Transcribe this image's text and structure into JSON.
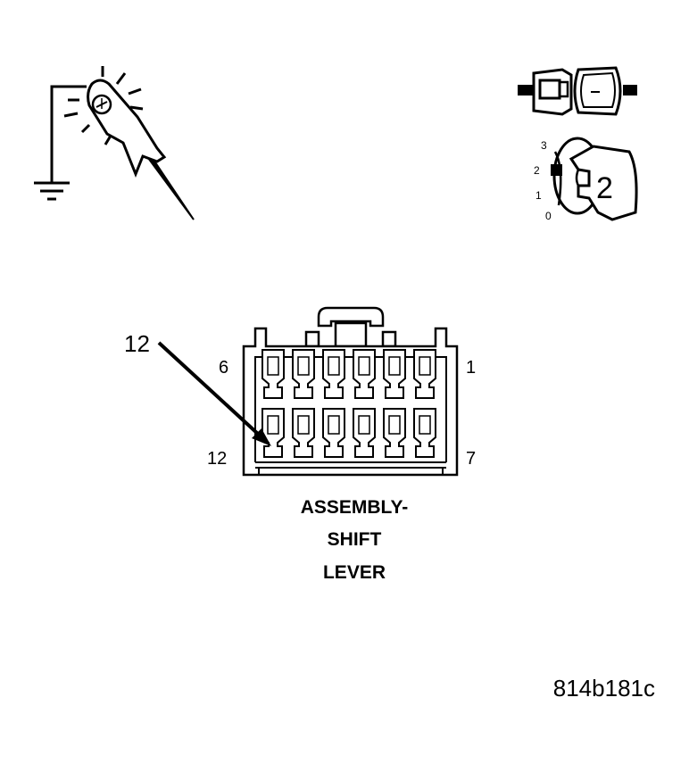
{
  "probe": {
    "icon": "test-probe-ground-icon"
  },
  "connector_icon": {
    "icon": "disconnect-connector-icon"
  },
  "ignition": {
    "icon": "ignition-key-icon",
    "positions": [
      "3",
      "2",
      "1",
      "0"
    ],
    "key_label": "2"
  },
  "connector": {
    "pin_left_top": "6",
    "pin_right_top": "1",
    "pin_left_bottom": "12",
    "pin_right_bottom": "7",
    "callout": "12",
    "title_lines": [
      "ASSEMBLY-",
      "SHIFT",
      "LEVER"
    ]
  },
  "figure_id": "814b181c"
}
